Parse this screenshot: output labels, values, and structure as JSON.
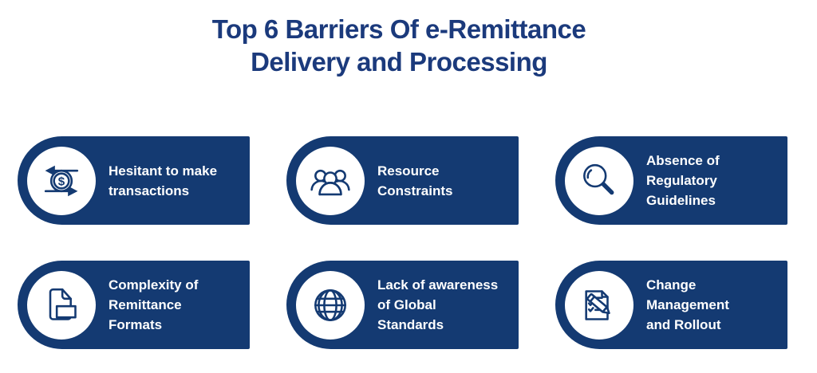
{
  "title": {
    "line1": "Top 6 Barriers Of e-Remittance",
    "line2": "Delivery and Processing"
  },
  "colors": {
    "page_bg": "#ffffff",
    "title_text": "#1b3a7c",
    "card_bg": "#143a72",
    "card_text": "#ffffff",
    "icon_stroke": "#143a72",
    "icon_circle_bg": "#ffffff"
  },
  "cards": [
    {
      "icon": "money-transfer-icon",
      "text": "Hesitant to make\ntransactions"
    },
    {
      "icon": "people-group-icon",
      "text": "Resource\nConstraints"
    },
    {
      "icon": "magnifier-icon",
      "text": "Absence of\nRegulatory\nGuidelines"
    },
    {
      "icon": "document-icon",
      "text": "Complexity of\nRemittance\nFormats"
    },
    {
      "icon": "globe-icon",
      "text": "Lack of awareness\nof Global\nStandards"
    },
    {
      "icon": "checklist-pencil-icon",
      "text": "Change\nManagement\nand Rollout"
    }
  ]
}
